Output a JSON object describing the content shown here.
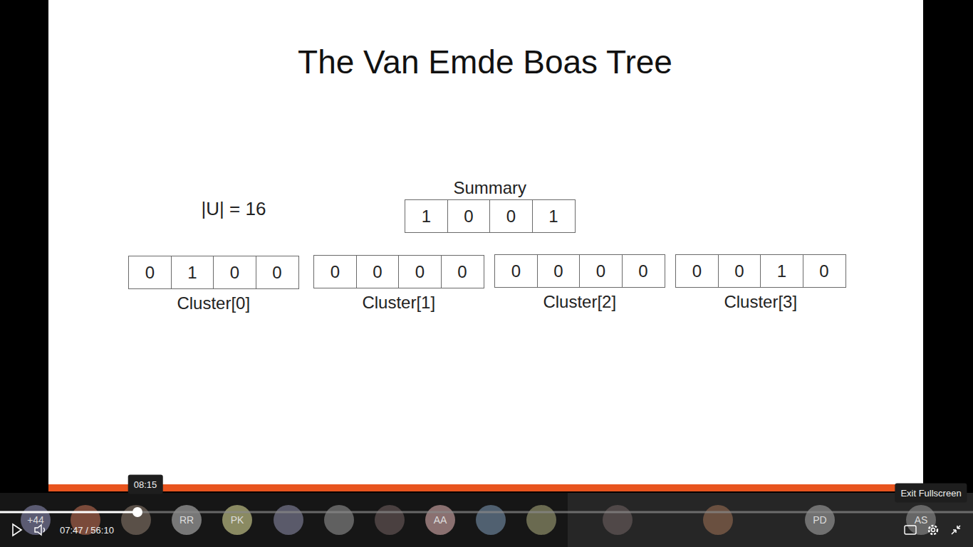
{
  "diagram": {
    "title": "The Van Emde Boas Tree",
    "nodes": [
      {
        "text": [
          "Summary"
        ]
      },
      {
        "text": [
          "1"
        ],
        "in": 0
      },
      {
        "text": [
          "0"
        ],
        "in": 0
      },
      {
        "text": [
          "0"
        ],
        "in": 0
      },
      {
        "text": [
          "1"
        ],
        "in": 0
      },
      {
        "text": [
          "Cluster[0]"
        ]
      },
      {
        "text": [
          "0"
        ],
        "in": 5
      },
      {
        "text": [
          "1"
        ],
        "in": 5
      },
      {
        "text": [
          "0"
        ],
        "in": 5
      },
      {
        "text": [
          "0"
        ],
        "in": 5
      },
      {
        "text": [
          "Cluster[1]"
        ]
      },
      {
        "text": [
          "0"
        ],
        "in": 10
      },
      {
        "text": [
          "0"
        ],
        "in": 10
      },
      {
        "text": [
          "0"
        ],
        "in": 10
      },
      {
        "text": [
          "0"
        ],
        "in": 10
      },
      {
        "text": [
          "Cluster[2]"
        ]
      },
      {
        "text": [
          "0"
        ],
        "in": 15
      },
      {
        "text": [
          "0"
        ],
        "in": 15
      },
      {
        "text": [
          "0"
        ],
        "in": 15
      },
      {
        "text": [
          "0"
        ],
        "in": 15
      },
      {
        "text": [
          "Cluster[3]"
        ]
      },
      {
        "text": [
          "0"
        ],
        "in": 20
      },
      {
        "text": [
          "0"
        ],
        "in": 20
      },
      {
        "text": [
          "1"
        ],
        "in": 20
      },
      {
        "text": [
          "0"
        ],
        "in": 20
      }
    ],
    "labels": [
      "|U| = 16",
      "08:15",
      "Exit Fullscreen",
      "+44",
      "RR",
      "PK",
      "AA",
      "PD",
      "AS",
      "07:47 / 56:10"
    ]
  }
}
